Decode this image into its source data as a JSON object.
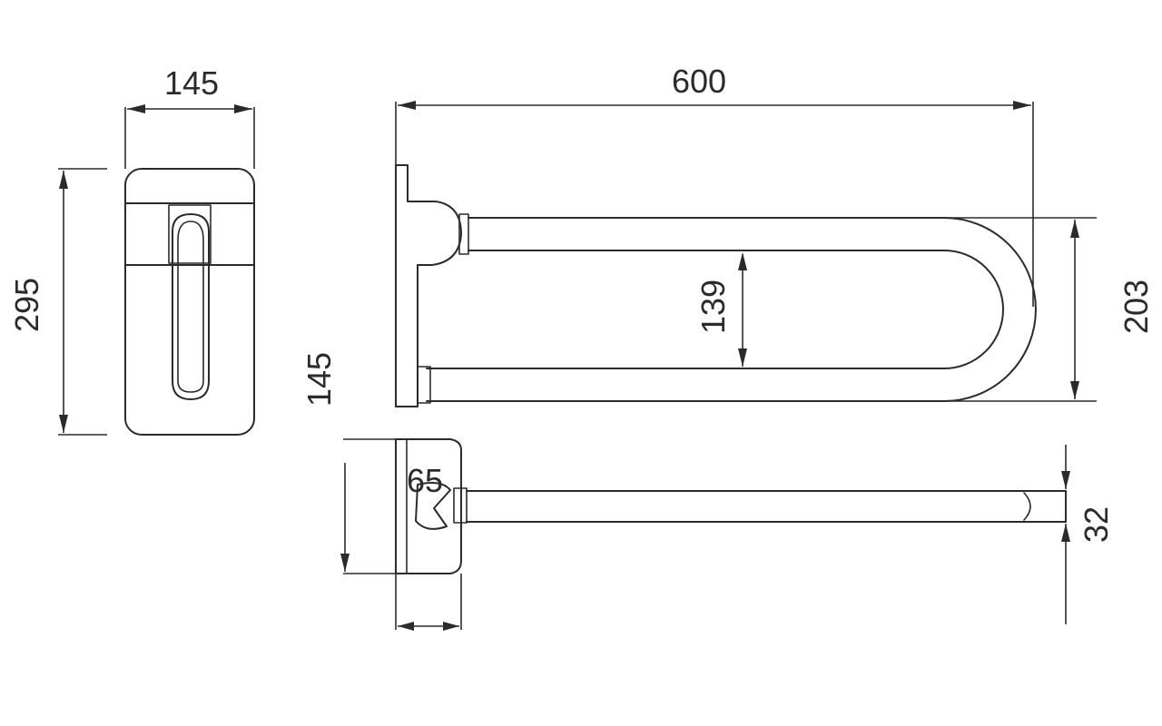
{
  "dimensions": {
    "front_width": "145",
    "front_height": "295",
    "overall_length": "600",
    "inner_gap": "139",
    "outer_height": "203",
    "side_height": "145",
    "bracket_depth": "65",
    "tube_diameter": "32"
  }
}
